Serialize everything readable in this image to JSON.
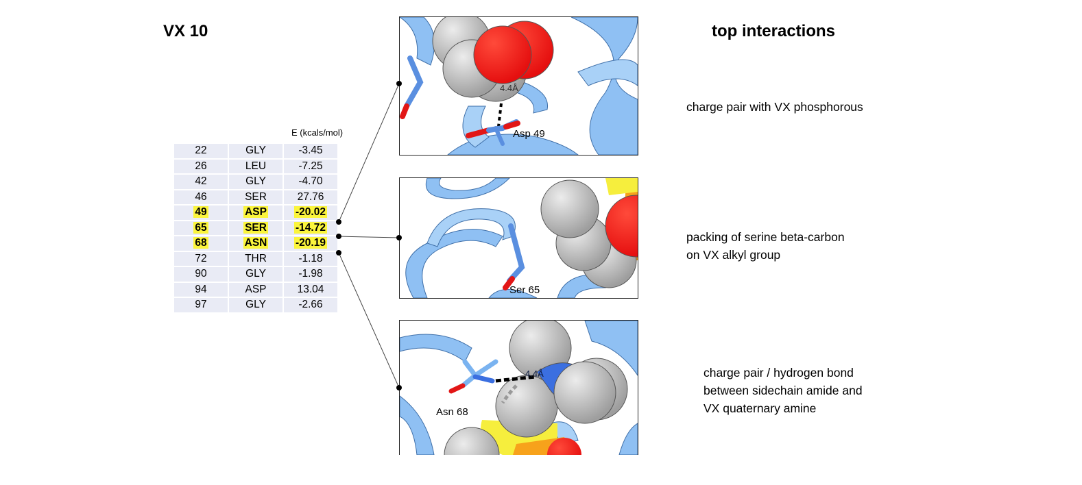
{
  "left_title": "VX 10",
  "right_title": "top interactions",
  "table": {
    "energy_header": "E (kcals/mol)",
    "rows": [
      {
        "resnum": "22",
        "resname": "GLY",
        "energy": "-3.45",
        "highlight": false
      },
      {
        "resnum": "26",
        "resname": "LEU",
        "energy": "-7.25",
        "highlight": false
      },
      {
        "resnum": "42",
        "resname": "GLY",
        "energy": "-4.70",
        "highlight": false
      },
      {
        "resnum": "46",
        "resname": "SER",
        "energy": "27.76",
        "highlight": false
      },
      {
        "resnum": "49",
        "resname": "ASP",
        "energy": "-20.02",
        "highlight": true
      },
      {
        "resnum": "65",
        "resname": "SER",
        "energy": "-14.72",
        "highlight": true
      },
      {
        "resnum": "68",
        "resname": "ASN",
        "energy": "-20.19",
        "highlight": true
      },
      {
        "resnum": "72",
        "resname": "THR",
        "energy": "-1.18",
        "highlight": false
      },
      {
        "resnum": "90",
        "resname": "GLY",
        "energy": "-1.98",
        "highlight": false
      },
      {
        "resnum": "94",
        "resname": "ASP",
        "energy": "13.04",
        "highlight": false
      },
      {
        "resnum": "97",
        "resname": "GLY",
        "energy": "-2.66",
        "highlight": false
      }
    ]
  },
  "panels": [
    {
      "residue_label": "Asp 49",
      "distance_label": "4.4Å",
      "description": "charge pair with VX phosphorous"
    },
    {
      "residue_label": "Ser 65",
      "distance_label": "",
      "description_lines": [
        "packing of serine beta-carbon",
        "on VX alkyl group"
      ]
    },
    {
      "residue_label": "Asn 68",
      "distance_label": "4.4Å",
      "description_lines": [
        "charge pair / hydrogen bond",
        "between sidechain amide and",
        "VX quaternary amine"
      ]
    }
  ],
  "colors": {
    "table_cell_bg": "#e9ebf5",
    "highlight": "#fbf53c",
    "ribbon": "#8fc0f3",
    "carbon_sphere": "#b9b9b9",
    "oxygen": "#f31c1c",
    "phosphorus": "#f7a21b",
    "sulfur": "#f6ee3d",
    "nitrogen": "#3b6fe0"
  }
}
